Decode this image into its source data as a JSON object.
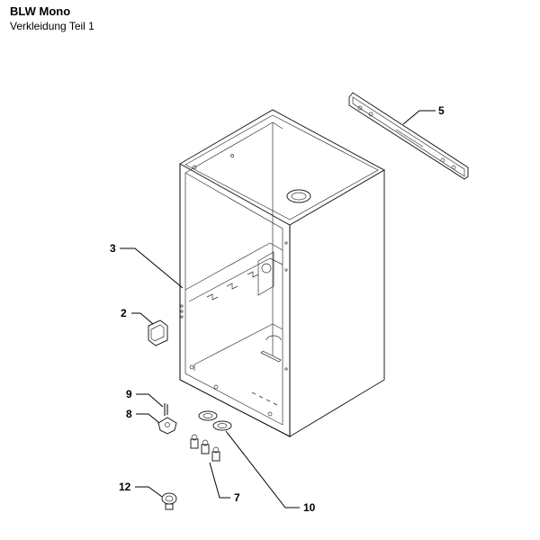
{
  "header": {
    "title": "BLW Mono",
    "subtitle": "Verkleidung Teil 1"
  },
  "callouts": {
    "c2": "2",
    "c3": "3",
    "c5": "5",
    "c7": "7",
    "c8": "8",
    "c9": "9",
    "c10": "10",
    "c12": "12"
  }
}
